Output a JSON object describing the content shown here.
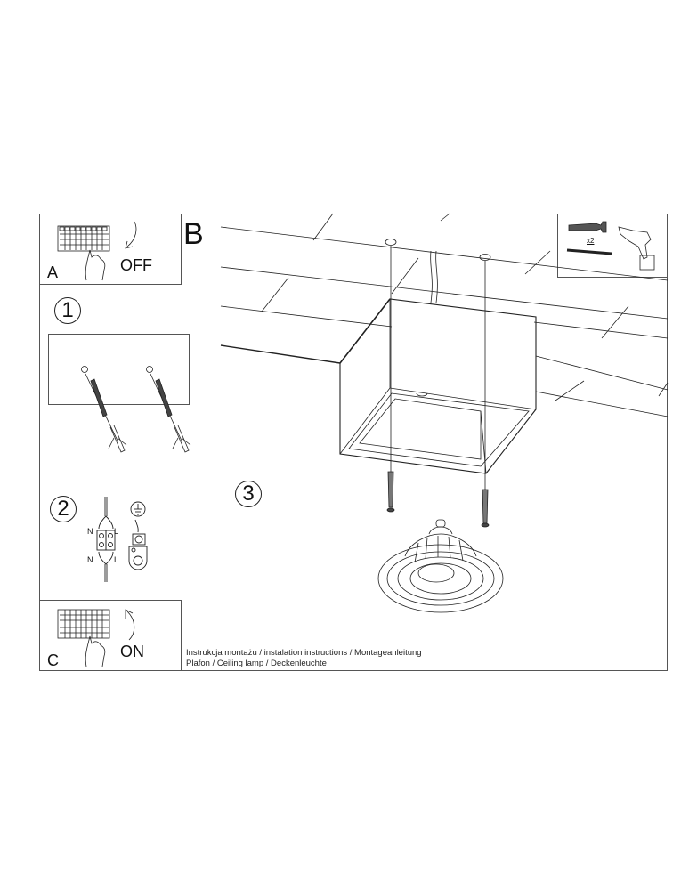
{
  "document": {
    "type": "installation instruction sheet",
    "product": "Ceiling lamp"
  },
  "panels": {
    "A": {
      "label": "A",
      "action": "OFF",
      "icon": "circuit-breaker-icon"
    },
    "B": {
      "label": "B",
      "tools_icons": [
        "wall-plug-icon",
        "screw-icon",
        "drill-icon"
      ],
      "quantity": "x2"
    },
    "C": {
      "label": "C",
      "action": "ON",
      "icon": "circuit-breaker-icon"
    }
  },
  "steps": [
    {
      "number": "1",
      "description": "drill holes and insert wall plugs"
    },
    {
      "number": "2",
      "description": "connect wires",
      "terminal_labels": [
        "N",
        "L",
        "N",
        "L"
      ],
      "icon": "ground-symbol-icon"
    },
    {
      "number": "3",
      "description": "mount lamp body and insert bulb"
    }
  ],
  "caption": {
    "line1": "Instrukcja montażu / instalation instructions / Montageanleitung",
    "line2": "Plafon / Ceiling lamp / Deckenleuchte"
  },
  "colors": {
    "line": "#222222",
    "frame": "#555555",
    "background": "#ffffff"
  }
}
